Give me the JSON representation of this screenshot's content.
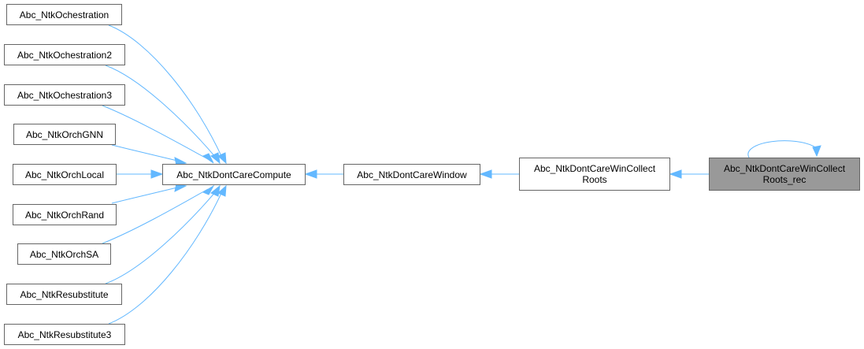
{
  "graph": {
    "callers": [
      "Abc_NtkOchestration",
      "Abc_NtkOchestration2",
      "Abc_NtkOchestration3",
      "Abc_NtkOrchGNN",
      "Abc_NtkOrchLocal",
      "Abc_NtkOrchRand",
      "Abc_NtkOrchSA",
      "Abc_NtkResubstitute",
      "Abc_NtkResubstitute3"
    ],
    "compute": "Abc_NtkDontCareCompute",
    "window": "Abc_NtkDontCareWindow",
    "collect_roots": {
      "line1": "Abc_NtkDontCareWinCollect",
      "line2": "Roots"
    },
    "current": {
      "line1": "Abc_NtkDontCareWinCollect",
      "line2": "Roots_rec"
    },
    "colors": {
      "edge": "#63b8ff",
      "current_fill": "#999999",
      "border": "#666666"
    }
  }
}
